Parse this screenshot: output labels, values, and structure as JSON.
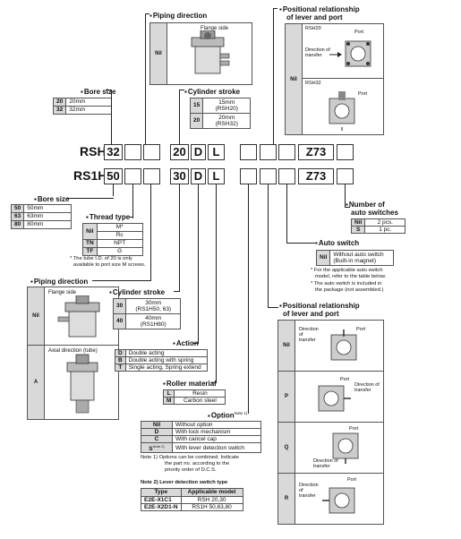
{
  "top": {
    "piping_direction": {
      "title": "Piping direction",
      "rows": [
        {
          "code": "Nil",
          "desc": "Flange side"
        }
      ]
    },
    "positional_top": {
      "title_line1": "Positional relationship",
      "title_line2": "of lever and port",
      "code": "Nil",
      "labels": {
        "rsh20": "RSH20",
        "rsh32": "RSH32",
        "port": "Port",
        "direction_of_transfer": "Direction of transfer"
      }
    },
    "bore_size": {
      "title": "Bore size",
      "rows": [
        {
          "code": "20",
          "value": "20mm"
        },
        {
          "code": "32",
          "value": "32mm"
        }
      ]
    },
    "cylinder_stroke": {
      "title": "Cylinder stroke",
      "rows": [
        {
          "code": "15",
          "line1": "15mm",
          "line2": "(RSH20)"
        },
        {
          "code": "20",
          "line1": "20mm",
          "line2": "(RSH32)"
        }
      ]
    }
  },
  "model_codes": {
    "row1": {
      "prefix": "RSH",
      "bore": "32",
      "stroke": "20",
      "action": "D",
      "roller": "L",
      "option": "Z73"
    },
    "row2": {
      "prefix": "RS1H",
      "bore": "50",
      "stroke": "30",
      "action": "D",
      "roller": "L",
      "option": "Z73"
    }
  },
  "bottom": {
    "bore_size": {
      "title": "Bore size",
      "rows": [
        {
          "code": "50",
          "value": "50mm"
        },
        {
          "code": "63",
          "value": "63mm"
        },
        {
          "code": "80",
          "value": "80mm"
        }
      ]
    },
    "thread_type": {
      "title": "Thread type",
      "rows": [
        {
          "code": "Nil",
          "value": "M*"
        },
        {
          "code": "",
          "value": "Rc"
        },
        {
          "code": "TN",
          "value": "NPT"
        },
        {
          "code": "TF",
          "value": "G"
        }
      ],
      "note_line1": "* The tube I.D. of 20 is only",
      "note_line2": "available to port size M screws."
    },
    "piping_direction": {
      "title": "Piping direction",
      "rows": [
        {
          "code": "Nil",
          "desc": "Flange side"
        },
        {
          "code": "A",
          "desc": "Axial direction (tube)"
        }
      ]
    },
    "cylinder_stroke": {
      "title": "Cylinder stroke",
      "rows": [
        {
          "code": "30",
          "line1": "30mm",
          "line2": "(RS1H50, 63)"
        },
        {
          "code": "40",
          "line1": "40mm",
          "line2": "(RS1H80)"
        }
      ]
    },
    "action": {
      "title": "Action",
      "rows": [
        {
          "code": "D",
          "value": "Double acting"
        },
        {
          "code": "B",
          "value": "Double acting with spring"
        },
        {
          "code": "T",
          "value": "Single acting, Spring extend"
        }
      ]
    },
    "roller_material": {
      "title": "Roller material",
      "rows": [
        {
          "code": "L",
          "value": "Resin"
        },
        {
          "code": "M",
          "value": "Carbon steel"
        }
      ]
    },
    "option": {
      "title": "Option",
      "title_note": "Note 1)",
      "rows": [
        {
          "code": "Nil",
          "value": "Without option"
        },
        {
          "code": "D",
          "value": "With lock mechanism"
        },
        {
          "code": "C",
          "value": "With cancel cap"
        },
        {
          "code": "S",
          "code_note": "Note 2)",
          "value": "With lever detection switch"
        }
      ],
      "note1_line1": "Note 1) Options can be combined. Indicate",
      "note1_line2": "the part no. according to the",
      "note1_line3": "priority order of D.C.S.",
      "note2_title": "Note 2)  Lever detection switch type",
      "switch_header": {
        "type": "Type",
        "model": "Applicable model"
      },
      "switch_rows": [
        {
          "type": "E2E-X1C1",
          "model": "RSH 20,30"
        },
        {
          "type": "E2E-X2D1-N",
          "model": "RS1H 50,63,80"
        }
      ]
    },
    "number_of_switches": {
      "title_line1": "Number of",
      "title_line2": "auto switches",
      "rows": [
        {
          "code": "Nil",
          "value": "2 pcs."
        },
        {
          "code": "S",
          "value": "1 pc."
        }
      ]
    },
    "auto_switch": {
      "title": "Auto switch",
      "rows": [
        {
          "code": "Nil",
          "line1": "Without auto switch",
          "line2": "(Built-in magnet)"
        }
      ],
      "note1_line1": "* For the applicable auto switch",
      "note1_line2": "model, refer to the table below.",
      "note2_line1": "* The auto switch is included in",
      "note2_line2": "the package (not assembled.)"
    },
    "positional": {
      "title_line1": "Positional relationship",
      "title_line2": "of lever and port",
      "rows": [
        {
          "code": "Nil"
        },
        {
          "code": "P"
        },
        {
          "code": "Q"
        },
        {
          "code": "R"
        }
      ],
      "labels": {
        "port": "Port",
        "direction_of_transfer": "Direction of transfer"
      }
    }
  }
}
